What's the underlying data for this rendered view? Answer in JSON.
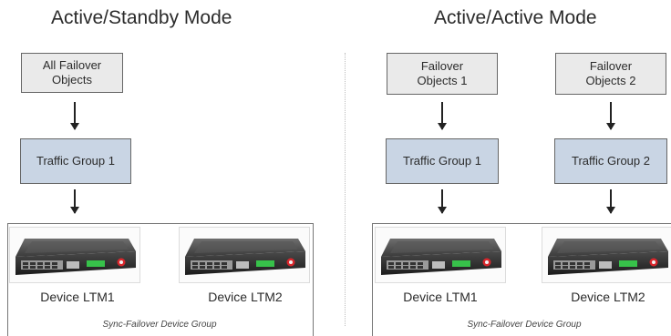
{
  "left": {
    "title": "Active/Standby Mode",
    "objects": [
      "All Failover",
      "Objects"
    ],
    "traffic_group": "Traffic Group 1",
    "device1": "Device LTM1",
    "device2": "Device LTM2",
    "group_label": "Sync-Failover Device Group"
  },
  "right": {
    "title": "Active/Active Mode",
    "objects1": [
      "Failover",
      "Objects 1"
    ],
    "objects2": [
      "Failover",
      "Objects 2"
    ],
    "traffic_group1": "Traffic Group 1",
    "traffic_group2": "Traffic Group 2",
    "device1": "Device LTM1",
    "device2": "Device LTM2",
    "group_label": "Sync-Failover Device Group"
  },
  "colors": {
    "objects_fill": "#eaeaea",
    "traffic_group_fill": "#c9d5e4",
    "server_led_green": "#37c24a",
    "server_button_red": "#d9262c"
  },
  "icons": [
    "server-appliance-icon"
  ]
}
